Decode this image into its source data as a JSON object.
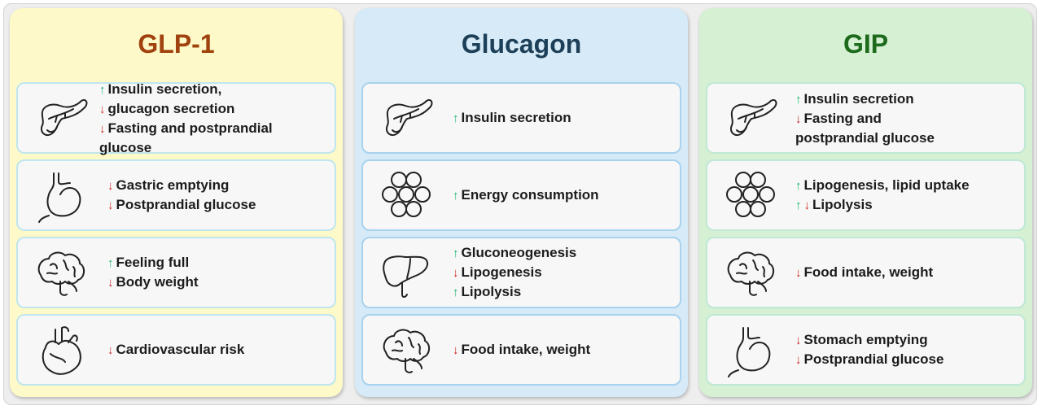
{
  "colors": {
    "up_arrow": "#19b56f",
    "down_arrow": "#d02828",
    "glp1_panel": "#fef9c8",
    "glp1_title": "#a0420d",
    "glp1_border": "#bfe6ee",
    "glucagon_panel": "#d6eaf7",
    "glucagon_title": "#1d3f57",
    "glucagon_border": "#a8d2ee",
    "gip_panel": "#d5f0d2",
    "gip_title": "#1d6a1d",
    "gip_border": "#bfe8d6"
  },
  "panels": [
    {
      "id": "glp1",
      "title": "GLP-1",
      "cards": [
        {
          "icon": "pancreas-icon",
          "lines": [
            {
              "arrows": [
                "up"
              ],
              "text": "Insulin secretion,"
            },
            {
              "arrows": [
                "down"
              ],
              "text": "glucagon secretion"
            },
            {
              "arrows": [
                "down"
              ],
              "text": "Fasting and postprandial"
            },
            {
              "arrows": [],
              "text": "glucose"
            }
          ]
        },
        {
          "icon": "stomach-icon",
          "lines": [
            {
              "arrows": [
                "down"
              ],
              "text": "Gastric emptying"
            },
            {
              "arrows": [
                "down"
              ],
              "text": "Postprandial glucose"
            }
          ]
        },
        {
          "icon": "brain-icon",
          "lines": [
            {
              "arrows": [
                "up"
              ],
              "text": "Feeling full"
            },
            {
              "arrows": [
                "down"
              ],
              "text": "Body weight"
            }
          ]
        },
        {
          "icon": "heart-icon",
          "lines": [
            {
              "arrows": [
                "down"
              ],
              "text": "Cardiovascular risk"
            }
          ]
        }
      ]
    },
    {
      "id": "glucagon",
      "title": "Glucagon",
      "cards": [
        {
          "icon": "pancreas-icon",
          "lines": [
            {
              "arrows": [
                "up"
              ],
              "text": "Insulin secretion"
            }
          ]
        },
        {
          "icon": "adipocytes-icon",
          "lines": [
            {
              "arrows": [
                "up"
              ],
              "text": "Energy consumption"
            }
          ]
        },
        {
          "icon": "liver-icon",
          "lines": [
            {
              "arrows": [
                "up"
              ],
              "text": "Gluconeogenesis"
            },
            {
              "arrows": [
                "down"
              ],
              "text": "Lipogenesis"
            },
            {
              "arrows": [
                "up"
              ],
              "text": "Lipolysis"
            }
          ]
        },
        {
          "icon": "brain-icon",
          "lines": [
            {
              "arrows": [
                "down"
              ],
              "text": "Food intake, weight"
            }
          ]
        }
      ]
    },
    {
      "id": "gip",
      "title": "GIP",
      "cards": [
        {
          "icon": "pancreas-icon",
          "lines": [
            {
              "arrows": [
                "up"
              ],
              "text": "Insulin secretion"
            },
            {
              "arrows": [
                "down"
              ],
              "text": "Fasting and"
            },
            {
              "arrows": [],
              "text": "postprandial glucose"
            }
          ]
        },
        {
          "icon": "adipocytes-icon",
          "lines": [
            {
              "arrows": [
                "up"
              ],
              "text": "Lipogenesis, lipid uptake"
            },
            {
              "arrows": [
                "up",
                "down"
              ],
              "text": "Lipolysis"
            }
          ]
        },
        {
          "icon": "brain-icon",
          "lines": [
            {
              "arrows": [
                "down"
              ],
              "text": "Food intake, weight"
            }
          ]
        },
        {
          "icon": "stomach-icon",
          "lines": [
            {
              "arrows": [
                "down"
              ],
              "text": "Stomach emptying"
            },
            {
              "arrows": [
                "down"
              ],
              "text": "Postprandial glucose"
            }
          ]
        }
      ]
    }
  ]
}
